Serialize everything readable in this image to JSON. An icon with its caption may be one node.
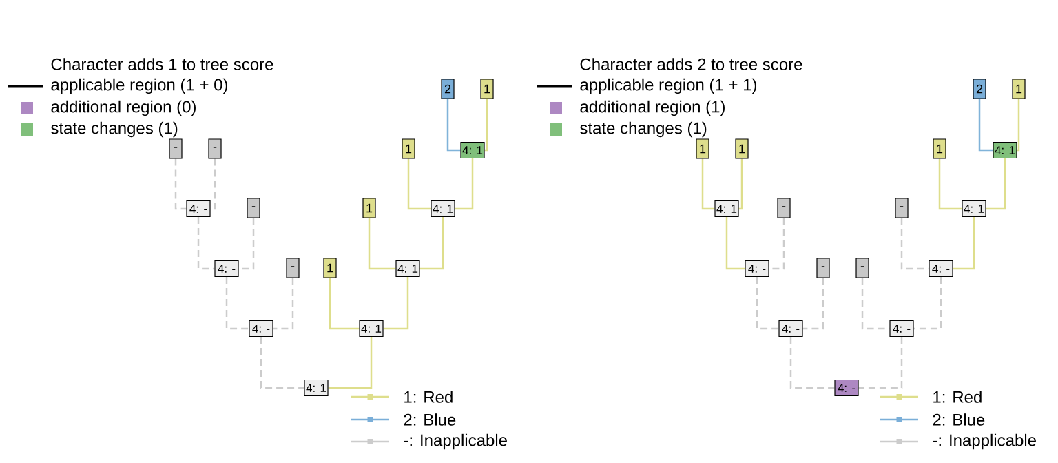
{
  "diagram": {
    "nodes": [
      {
        "text": [
          "-"
        ]
      },
      {
        "text": [
          "-"
        ]
      },
      {
        "text": [
          "-"
        ]
      },
      {
        "text": [
          "-"
        ]
      },
      {
        "text": [
          "1"
        ]
      },
      {
        "text": [
          "1"
        ]
      },
      {
        "text": [
          "1"
        ]
      },
      {
        "text": [
          "2"
        ]
      },
      {
        "text": [
          "1"
        ]
      },
      {
        "text": [
          "4: -"
        ]
      },
      {
        "text": [
          "4: -"
        ]
      },
      {
        "text": [
          "4: -"
        ]
      },
      {
        "text": [
          "4: 1"
        ]
      },
      {
        "text": [
          "4: 1"
        ]
      },
      {
        "text": [
          "4: 1"
        ]
      },
      {
        "text": [
          "4: 1"
        ]
      },
      {
        "text": [
          "4: 1"
        ]
      },
      {
        "text": [
          "1"
        ]
      },
      {
        "text": [
          "1"
        ]
      },
      {
        "text": [
          "-"
        ]
      },
      {
        "text": [
          "-"
        ]
      },
      {
        "text": [
          "-"
        ]
      },
      {
        "text": [
          "-"
        ]
      },
      {
        "text": [
          "1"
        ]
      },
      {
        "text": [
          "2"
        ]
      },
      {
        "text": [
          "1"
        ]
      },
      {
        "text": [
          "4: 1"
        ]
      },
      {
        "text": [
          "4: -"
        ]
      },
      {
        "text": [
          "4: -"
        ]
      },
      {
        "text": [
          "4: -"
        ]
      },
      {
        "text": [
          "4: -"
        ]
      },
      {
        "text": [
          "4: -"
        ]
      },
      {
        "text": [
          "4: 1"
        ]
      },
      {
        "text": [
          "4: 1"
        ]
      }
    ],
    "edges": [
      {
        "from": 9,
        "to": 0,
        "arrow": "none",
        "style": "dashed",
        "color": "#cccccc"
      },
      {
        "from": 9,
        "to": 1,
        "arrow": "none",
        "style": "dashed",
        "color": "#cccccc"
      },
      {
        "from": 10,
        "to": 9,
        "arrow": "none",
        "style": "dashed",
        "color": "#cccccc"
      },
      {
        "from": 10,
        "to": 2,
        "arrow": "none",
        "style": "dashed",
        "color": "#cccccc"
      },
      {
        "from": 11,
        "to": 10,
        "arrow": "none",
        "style": "dashed",
        "color": "#cccccc"
      },
      {
        "from": 11,
        "to": 3,
        "arrow": "none",
        "style": "dashed",
        "color": "#cccccc"
      },
      {
        "from": 12,
        "to": 11,
        "arrow": "none",
        "style": "dashed",
        "color": "#cccccc"
      },
      {
        "from": 12,
        "to": 13,
        "arrow": "none"
      },
      {
        "from": 13,
        "to": 4,
        "arrow": "none"
      },
      {
        "from": 13,
        "to": 14,
        "arrow": "none"
      },
      {
        "from": 14,
        "to": 5,
        "arrow": "none"
      },
      {
        "from": 14,
        "to": 15,
        "arrow": "none"
      },
      {
        "from": 15,
        "to": 6,
        "arrow": "none"
      },
      {
        "from": 15,
        "to": 16,
        "arrow": "none"
      },
      {
        "from": 16,
        "to": 7,
        "arrow": "none",
        "color": "#80b3d9"
      },
      {
        "from": 16,
        "to": 8,
        "arrow": "none"
      },
      {
        "from": 26,
        "to": 17,
        "arrow": "none"
      },
      {
        "from": 26,
        "to": 18,
        "arrow": "none"
      },
      {
        "from": 27,
        "to": 26,
        "arrow": "none"
      },
      {
        "from": 27,
        "to": 19,
        "arrow": "none",
        "style": "dashed",
        "color": "#cccccc"
      },
      {
        "from": 28,
        "to": 27,
        "arrow": "none",
        "style": "dashed",
        "color": "#cccccc"
      },
      {
        "from": 28,
        "to": 20,
        "arrow": "none",
        "style": "dashed",
        "color": "#cccccc"
      },
      {
        "from": 29,
        "to": 28,
        "arrow": "none",
        "style": "dashed",
        "color": "#cccccc"
      },
      {
        "from": 29,
        "to": 30,
        "arrow": "none",
        "style": "dashed",
        "color": "#cccccc"
      },
      {
        "from": 30,
        "to": 21,
        "arrow": "none",
        "style": "dashed",
        "color": "#cccccc"
      },
      {
        "from": 30,
        "to": 31,
        "arrow": "none",
        "style": "dashed",
        "color": "#cccccc"
      },
      {
        "from": 31,
        "to": 22,
        "arrow": "none",
        "style": "dashed",
        "color": "#cccccc"
      },
      {
        "from": 31,
        "to": 32,
        "arrow": "none"
      },
      {
        "from": 32,
        "to": 23,
        "arrow": "none"
      },
      {
        "from": 32,
        "to": 33,
        "arrow": "none"
      },
      {
        "from": 33,
        "to": 24,
        "arrow": "none",
        "color": "#80b3d9"
      },
      {
        "from": 33,
        "to": 25,
        "arrow": "none"
      }
    ],
    "labels": [
      "Character adds 1 to tree score",
      "Character adds 2 to tree score"
    ],
    "legend": [
      {
        "text": "applicable region (1 + 0)"
      },
      {
        "text": "additional region (0)",
        "color": "#ad88c2"
      },
      {
        "text": "state changes (1)",
        "color": "#80bf7b"
      },
      {
        "text": "1: Red"
      },
      {
        "text": "2: Blue"
      },
      {
        "text": "-: Inapplicable"
      },
      {
        "text": "applicable region (1 + 1)"
      },
      {
        "text": "additional region (1)",
        "color": "#ad88c2"
      },
      {
        "text": "state changes (1)",
        "color": "#80bf7b"
      },
      {
        "text": "1: Red"
      },
      {
        "text": "2: Blue"
      },
      {
        "text": "-: Inapplicable"
      }
    ]
  }
}
